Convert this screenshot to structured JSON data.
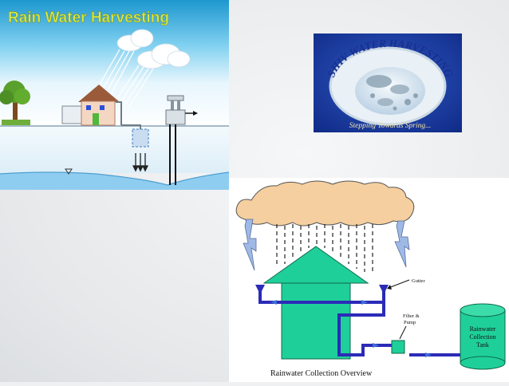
{
  "panels": {
    "harvest": {
      "title": "Rain Water Harvesting"
    },
    "logo": {
      "brand": "SHIV WATER HARVESTING",
      "tagline": "Stepping Towards Spring..."
    },
    "overview": {
      "labels": {
        "gutter": "Gutter",
        "filter": "Filter &",
        "pump": "Pump",
        "tank_line1": "Rainwater",
        "tank_line2": "Collection",
        "tank_line3": "Tank"
      },
      "caption": "Rainwater Collection Overview"
    }
  },
  "colors": {
    "sky_blue": "#2ba9d8",
    "water_blue": "#7fc4ea",
    "house_teal": "#1fcf99",
    "pipe_blue": "#2b2bb8",
    "cloud_orange": "#f5cf9f",
    "lightning_blue": "#9fb9e6",
    "title_green": "#d6e84a",
    "logo_navy": "#1a2f8c"
  }
}
